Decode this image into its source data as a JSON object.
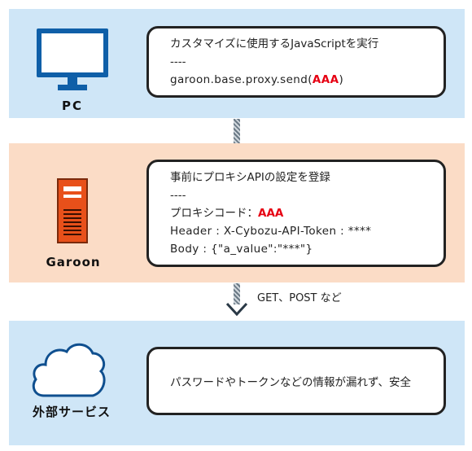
{
  "pc": {
    "label": "PC",
    "bubble": {
      "line1": "カスタマイズに使用するJavaScriptを実行",
      "line2": "----",
      "line3_prefix": "garoon.base.proxy.send(",
      "line3_highlight": "AAA",
      "line3_suffix": ")"
    },
    "icon": "monitor-icon"
  },
  "garoon": {
    "label": "Garoon",
    "bubble": {
      "line1": "事前にプロキシAPIの設定を登録",
      "line2": "----",
      "line3_prefix": "プロキシコード：",
      "line3_highlight": "AAA",
      "line4": "Header : X-Cybozu-API-Token : ****",
      "line5": "Body : {\"a_value\":\"***\"}"
    },
    "icon": "server-icon"
  },
  "connector_label": "GET、POST など",
  "external": {
    "label": "外部サービス",
    "bubble": {
      "line1": "パスワードやトークンなどの情報が漏れず、安全"
    },
    "icon": "cloud-icon"
  },
  "colors": {
    "band_blue": "#cfe6f7",
    "band_peach": "#fbdcc6",
    "highlight": "#e60012",
    "monitor": "#0f5fa8",
    "server": "#e8501a"
  }
}
